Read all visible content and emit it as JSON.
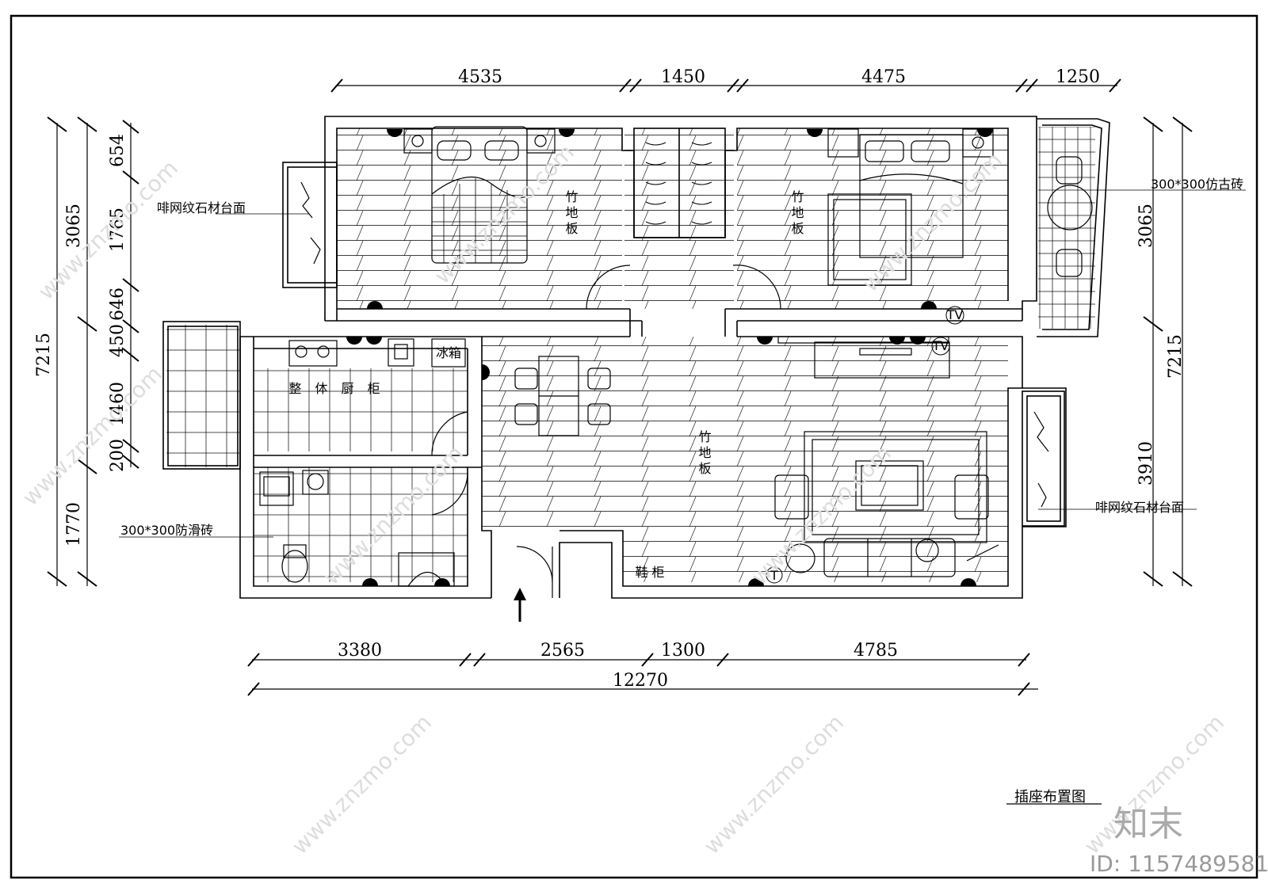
{
  "dimensions": {
    "top": [
      "4535",
      "1450",
      "4475",
      "1250"
    ],
    "bottom": [
      "3380",
      "2565",
      "1300",
      "4785"
    ],
    "bottom_total": "12270",
    "left_outer": "7215",
    "left_mid": [
      "3065",
      "1770"
    ],
    "left_inner": [
      "654",
      "1765",
      "646",
      "450",
      "1460",
      "200"
    ],
    "right_outer": "7215",
    "right_inner": [
      "3065",
      "3910"
    ]
  },
  "labels": {
    "stone_counter_left": "啡网纹石材台面",
    "stone_counter_right": "啡网纹石材台面",
    "antique_tile": "300*300仿古砖",
    "antislip_tile": "300*300防滑砖",
    "bamboo_floor": "竹地板",
    "fridge": "冰箱",
    "cabinet": "整 体 厨 柜",
    "shoe_cabinet": "鞋 柜",
    "tv": "TV",
    "phone": "T"
  },
  "title": "插座布置图",
  "watermark": {
    "site": "www.znzmo.com",
    "logo": "知末",
    "id": "ID: 1157489581"
  }
}
